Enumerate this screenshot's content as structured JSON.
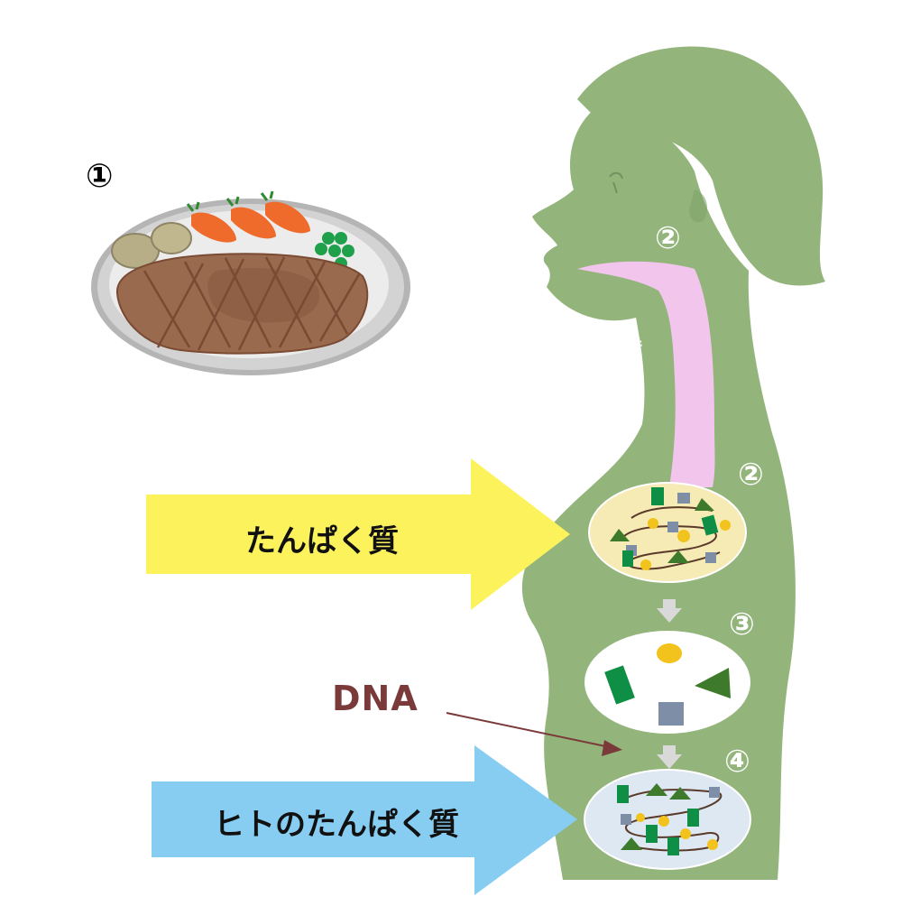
{
  "labels": {
    "food_step": "①",
    "mouth_step": "②",
    "stomach_step": "②",
    "digest_step": "③",
    "rebuild_step": "④",
    "protein": "たんぱく質",
    "dna": "DNA",
    "human_protein": "ヒトのたんぱく質"
  },
  "colors": {
    "body": "#93b57c",
    "esophagus": "#f1c5ec",
    "protein_arrow": "#fcf35c",
    "human_protein_arrow": "#87cdf2",
    "dna_arrow": "#7b3a3a",
    "meat": "#9a6a4e",
    "carrot": "#ee6b2c",
    "pea": "#1fa04a",
    "amino_square": "#7d8ea6",
    "amino_rect": "#0e8f45",
    "amino_triangle": "#3d7a2b",
    "amino_circle": "#f2c21d"
  },
  "icons": [
    "plate-icon",
    "human-silhouette-icon",
    "esophagus-icon",
    "arrow-down-icon"
  ]
}
